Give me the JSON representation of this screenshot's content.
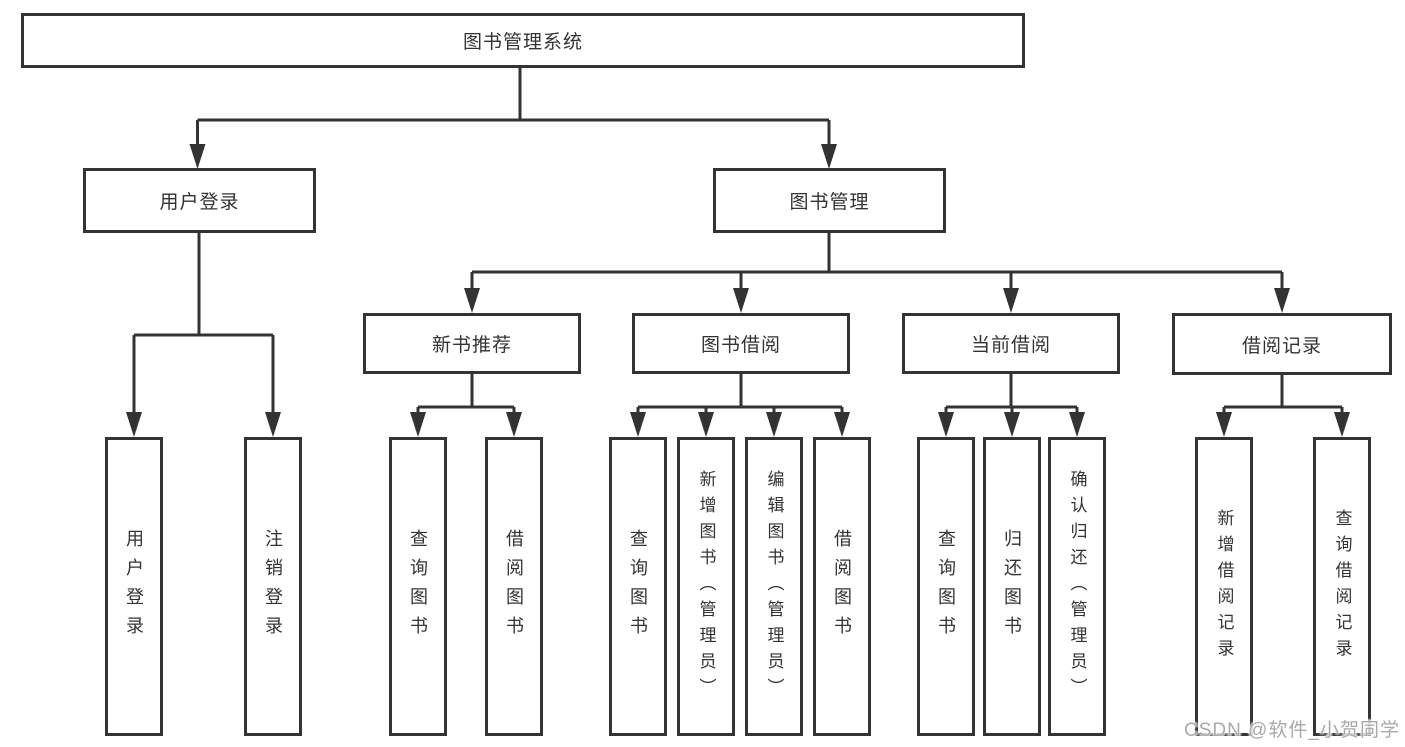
{
  "tree": {
    "root": "图书管理系统",
    "branches": [
      {
        "label": "用户登录",
        "children": [
          "用户登录",
          "注销登录"
        ]
      },
      {
        "label": "图书管理",
        "groups": [
          {
            "label": "新书推荐",
            "children": [
              "查询图书",
              "借阅图书"
            ]
          },
          {
            "label": "图书借阅",
            "children": [
              "查询图书",
              "新增图书（管理员）",
              "编辑图书（管理员）",
              "借阅图书"
            ]
          },
          {
            "label": "当前借阅",
            "children": [
              "查询图书",
              "归还图书",
              "确认归还（管理员）"
            ]
          },
          {
            "label": "借阅记录",
            "children": [
              "新增借阅记录",
              "查询借阅记录"
            ]
          }
        ]
      }
    ]
  },
  "watermark": {
    "text": "CSDN @软件_小贺同学"
  },
  "colors": {
    "line": "#333333",
    "box_border": "#333333",
    "text": "#333333",
    "watermark": "#a9a9a9",
    "background": "#ffffff"
  }
}
